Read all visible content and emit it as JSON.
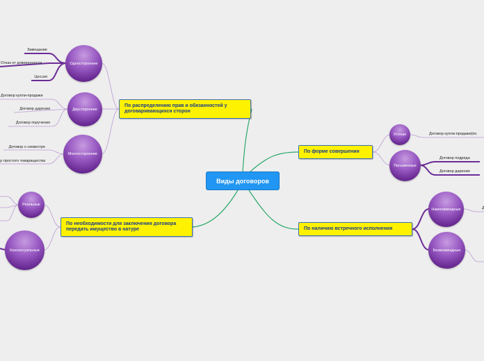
{
  "central": "Виды договоров",
  "topics": {
    "rights": "По распределению прав и обязанностей у договаривающихся сторон",
    "form": "По форме совершения",
    "transfer": "По необходимости для заключения договора передать имущество в натуре",
    "counter": "По наличию встречного исполнения"
  },
  "bubbles": {
    "unilateral": "Односторонние",
    "bilateral": "Двусторонние",
    "multilateral": "Многосторонние",
    "oral": "Устные",
    "written": "Письменные",
    "real": "Реальные",
    "consensual": "Консенсуальные",
    "paid": "Намоовмездные",
    "free": "Безвозмездные"
  },
  "leaves": {
    "testament": "Завещание",
    "poa_refusal": "Отказ от доверенности",
    "cession": "Цессия",
    "sale": "Договор купли-продажи",
    "gift": "Договор дарения",
    "commission": "Договор поручения",
    "sequester": "Договор о секвестре",
    "partnership": "Договор простого товарищества",
    "oral_sale": "Договор купли-продажи(по",
    "contract_work": "Договор подряда",
    "written_gift": "Договор дарения",
    "paid_leaf": "Д"
  },
  "colors": {
    "central": "#2196f3",
    "topic": "#fff200",
    "topic_text": "#1a3c8c",
    "link_main": "#2aa86a",
    "link_sub": "#b99ad4",
    "link_bold": "#6a2c96"
  }
}
